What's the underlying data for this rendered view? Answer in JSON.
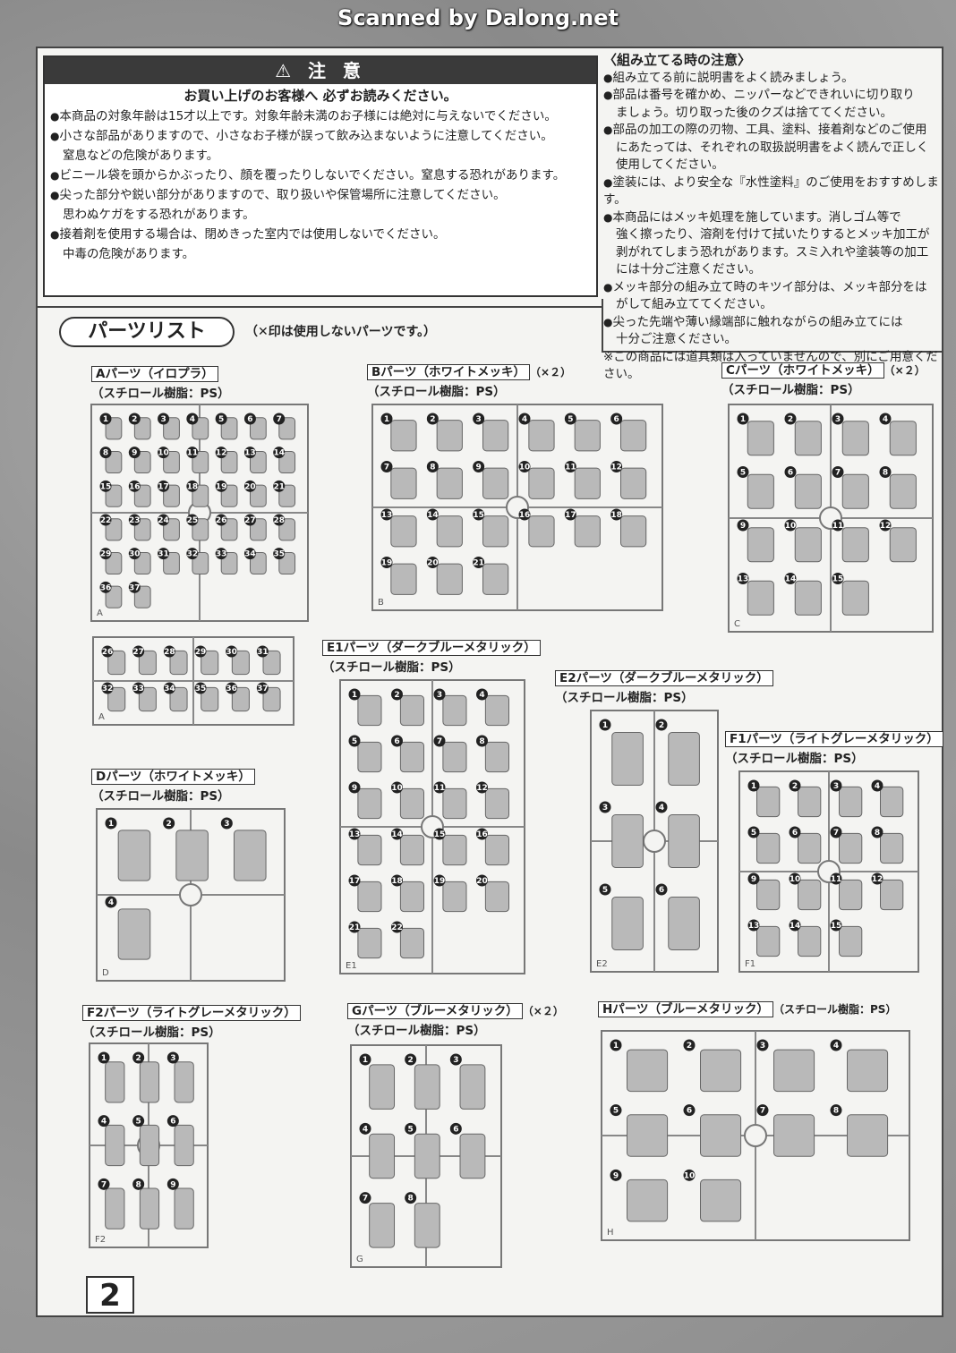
{
  "credit": "Scanned by Dalong.net",
  "caution": {
    "title": "⚠ 注 意",
    "subtitle": "お買い上げのお客様へ 必ずお読みください。",
    "items": [
      {
        "line": "本商品の対象年齢は15才以上です。対象年齢未満のお子様には絶対に与えないでください。",
        "cont": ""
      },
      {
        "line": "小さな部品がありますので、小さなお子様が誤って飲み込まないように注意してください。",
        "cont": "窒息などの危険があります。"
      },
      {
        "line": "ビニール袋を頭からかぶったり、顔を覆ったりしないでください。窒息する恐れがあります。",
        "cont": ""
      },
      {
        "line": "尖った部分や鋭い部分がありますので、取り扱いや保管場所に注意してください。",
        "cont": "思わぬケガをする恐れがあります。"
      },
      {
        "line": "接着剤を使用する場合は、閉めきった室内では使用しないでください。",
        "cont": "中毒の危険があります。"
      }
    ]
  },
  "notes": {
    "title": "〈組み立てる時の注意〉",
    "items": [
      {
        "line": "組み立てる前に説明書をよく読みましょう。",
        "cont": ""
      },
      {
        "line": "部品は番号を確かめ、ニッパーなどできれいに切り取り",
        "cont": "ましょう。切り取った後のクズは捨ててください。"
      },
      {
        "line": "部品の加工の際の刃物、工具、塗料、接着剤などのご使用",
        "cont": "にあたっては、それぞれの取扱説明書をよく読んで正しく使用してください。"
      },
      {
        "line": "塗装には、より安全な『水性塗料』のご使用をおすすめします。",
        "cont": ""
      },
      {
        "line": "本商品にはメッキ処理を施しています。消しゴム等で",
        "cont": "強く擦ったり、溶剤を付けて拭いたりするとメッキ加工が剥がれてしまう恐れがあります。スミ入れや塗装等の加工には十分ご注意ください。"
      },
      {
        "line": "メッキ部分の組み立て時のキツイ部分は、メッキ部分をは",
        "cont": "がして組み立ててください。"
      },
      {
        "line": "尖った先端や薄い縁端部に触れながらの組み立てには",
        "cont": "十分ご注意ください。"
      }
    ],
    "footnote": "※この商品には道具類は入っていませんので、別にご用意ください。"
  },
  "parts_list": {
    "title": "パーツリスト",
    "note": "（✕印は使用しないパーツです。）"
  },
  "runners": [
    {
      "id": "A",
      "name": "Aパーツ（イロプラ）",
      "mult": "",
      "material": "（スチロール樹脂：PS）",
      "parts": 37
    },
    {
      "id": "B",
      "name": "Bパーツ（ホワイトメッキ）",
      "mult": "（×２）",
      "material": "（スチロール樹脂：PS）",
      "parts": 21
    },
    {
      "id": "C",
      "name": "Cパーツ（ホワイトメッキ）",
      "mult": "（×２）",
      "material": "（スチロール樹脂：PS）",
      "parts": 15
    },
    {
      "id": "D",
      "name": "Dパーツ（ホワイトメッキ）",
      "mult": "",
      "material": "（スチロール樹脂：PS）",
      "parts": 4
    },
    {
      "id": "E1",
      "name": "E1パーツ（ダークブルーメタリック）",
      "mult": "",
      "material": "（スチロール樹脂：PS）",
      "parts": 22
    },
    {
      "id": "E2",
      "name": "E2パーツ（ダークブルーメタリック）",
      "mult": "",
      "material": "（スチロール樹脂：PS）",
      "parts": 6
    },
    {
      "id": "F1",
      "name": "F1パーツ（ライトグレーメタリック）",
      "mult": "",
      "material": "（スチロール樹脂：PS）",
      "parts": 15
    },
    {
      "id": "F2",
      "name": "F2パーツ（ライトグレーメタリック）",
      "mult": "",
      "material": "（スチロール樹脂：PS）",
      "parts": 9
    },
    {
      "id": "G",
      "name": "Gパーツ（ブルーメタリック）",
      "mult": "（×２）",
      "material": "（スチロール樹脂：PS）",
      "parts": 8
    },
    {
      "id": "H",
      "name": "Hパーツ（ブルーメタリック）",
      "mult": "",
      "material": "（スチロール樹脂：PS）",
      "parts": 10
    }
  ],
  "page_number": "2"
}
